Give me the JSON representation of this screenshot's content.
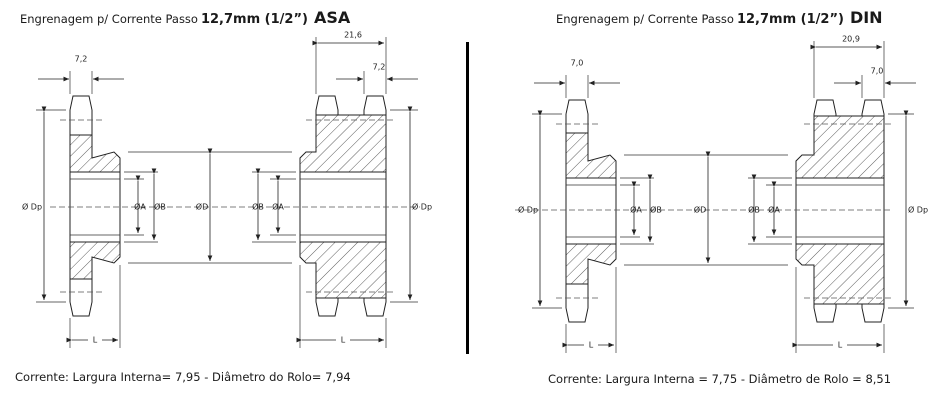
{
  "panels": [
    {
      "title": {
        "prefix": "Engrenagem p/ Corrente Passo",
        "size": "12,7mm (1/2”)",
        "standard": "ASA"
      },
      "caption": "Corrente: Largura Interna= 7,95 - Diâmetro do Rolo= 7,94",
      "dims": {
        "single_width": "7,2",
        "double_width": "21,6",
        "double_tooth": "7,2",
        "dp": "Ø Dp",
        "d": "ØD",
        "a": "ØA",
        "b": "ØB",
        "l": "L"
      }
    },
    {
      "title": {
        "prefix": "Engrenagem p/ Corrente Passo",
        "size": "12,7mm (1/2”)",
        "standard": "DIN"
      },
      "caption": "Corrente: Largura Interna = 7,75 - Diâmetro de Rolo = 8,51",
      "dims": {
        "single_width": "7,0",
        "double_width": "20,9",
        "double_tooth": "7,0",
        "dp": "Ø Dp",
        "d": "ØD",
        "a": "ØA",
        "b": "ØB",
        "l": "L"
      }
    }
  ]
}
